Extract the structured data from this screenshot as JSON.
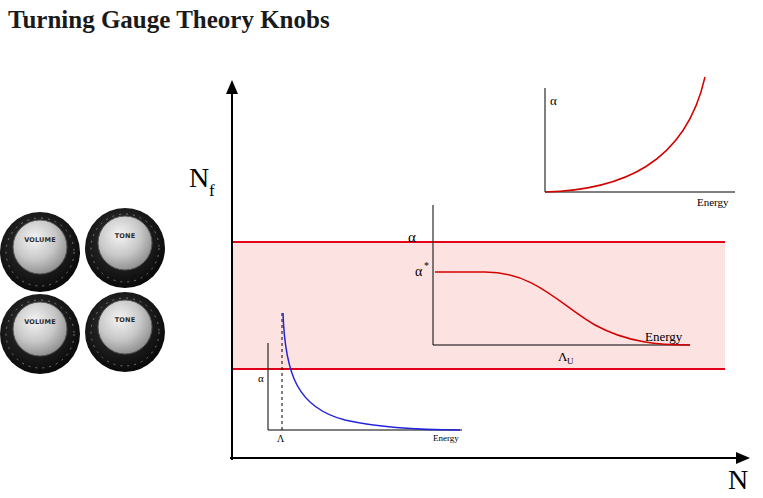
{
  "diagram": {
    "title": "Turning Gauge Theory Knobs",
    "labels": [
      "VOLUME",
      "TONE",
      "VOLUME",
      "TONE",
      "N",
      "f",
      "N",
      "α",
      "Energy",
      "α",
      "α",
      "*",
      "Λ",
      "U",
      "Energy",
      "α",
      "Λ",
      "Energy"
    ]
  }
}
